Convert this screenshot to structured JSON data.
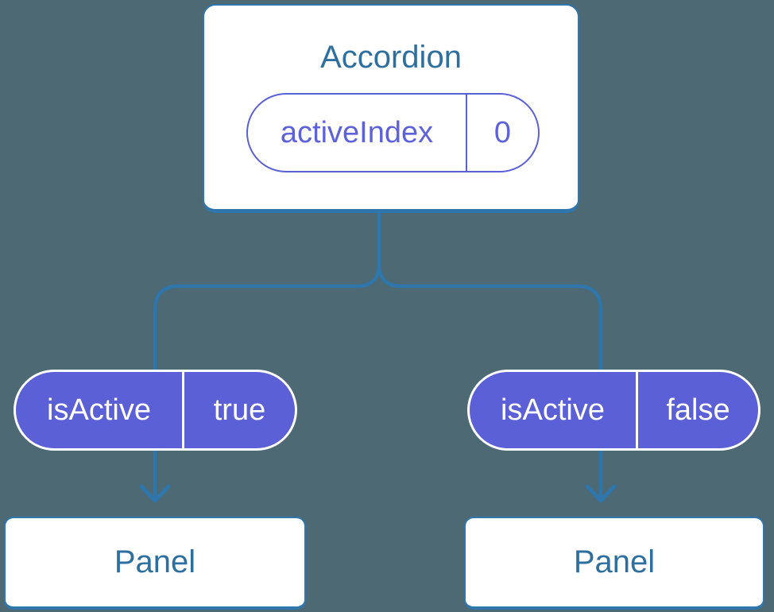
{
  "diagram": {
    "description": "React component tree showing state passed down as props",
    "root": {
      "title": "Accordion",
      "state_pill": {
        "label": "activeIndex",
        "value": "0"
      }
    },
    "children": [
      {
        "prop_pill": {
          "label": "isActive",
          "value": "true"
        },
        "node": {
          "title": "Panel"
        }
      },
      {
        "prop_pill": {
          "label": "isActive",
          "value": "false"
        },
        "node": {
          "title": "Panel"
        }
      }
    ]
  },
  "colors": {
    "background": "#4d6973",
    "connector_blue": "#2e76ab",
    "node_border_blue": "#2e76ab",
    "node_text_blue": "#2d6f9f",
    "pill_purple": "#5b60d6",
    "pill_text_purple": "#5d62da",
    "pill_text_white": "#ffffff",
    "card_background": "#ffffff"
  }
}
